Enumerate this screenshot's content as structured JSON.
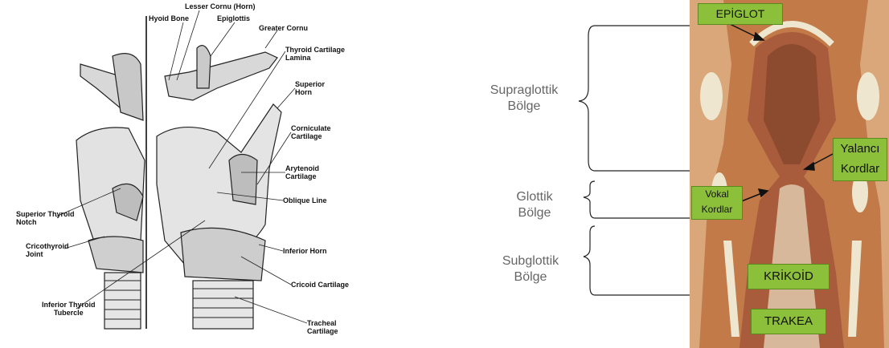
{
  "left_diagram": {
    "labels": {
      "lesser_cornu": "Lesser Cornu (Horn)",
      "hyoid_bone": "Hyoid Bone",
      "epiglottis": "Epiglottis",
      "greater_cornu": "Greater Cornu",
      "thyroid_cartilage_lamina": "Thyroid Cartilage\nLamina",
      "superior_horn": "Superior\nHorn",
      "corniculate_cartilage": "Corniculate\nCartilage",
      "arytenoid_cartilage": "Arytenoid\nCartilage",
      "oblique_line": "Oblique Line",
      "superior_thyroid_notch": "Superior Thyroid\nNotch",
      "cricothyroid_joint": "Cricothyroid\nJoint",
      "inferior_horn": "Inferior Horn",
      "cricoid_cartilage": "Cricoid Cartilage",
      "inferior_thyroid_tubercle": "Inferior Thyroid\nTubercle",
      "tracheal_cartilage": "Tracheal Cartilage"
    }
  },
  "right_diagram": {
    "regions": {
      "supraglottic": "Supraglottik\nBölge",
      "glottic": "Glottik\nBölge",
      "subglottic": "Subglottik\nBölge"
    },
    "tags": {
      "epiglot": "EPİGLOT",
      "false_cords": "Yalancı\nKordlar",
      "vocal_cords": "Vokal\nKordlar",
      "cricoid": "KRİKOİD",
      "trachea": "TRAKEA"
    },
    "colors": {
      "tag_green": "#8dc03a",
      "tissue": "#b87a4a",
      "cartilage": "#efe6cf"
    }
  }
}
